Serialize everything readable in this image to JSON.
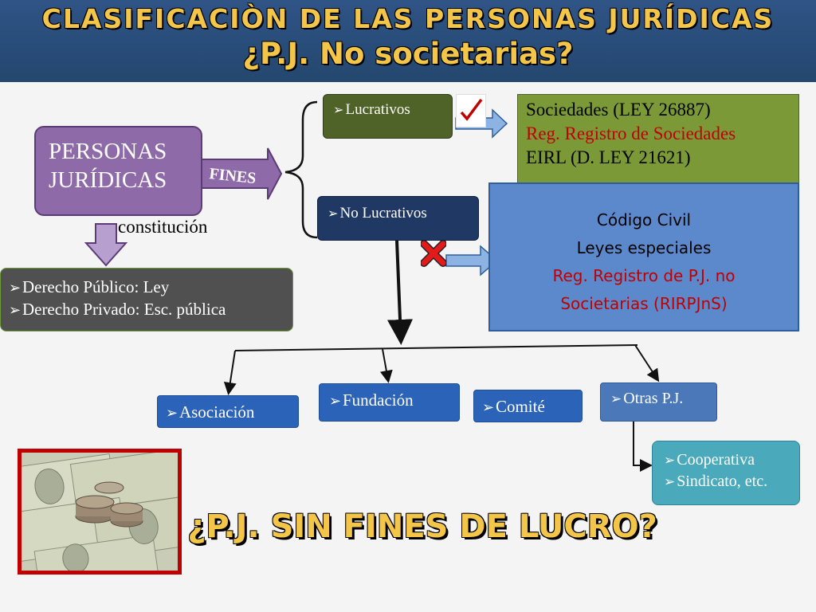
{
  "header": {
    "title": "CLASIFICACIÒN  DE LAS PERSONAS JURÍDICAS",
    "subtitle": "¿P.J. No societarias?"
  },
  "colors": {
    "header_bg": "#2f5486",
    "title_text": "#f3c64a",
    "accent_red": "#c00000"
  },
  "diagram": {
    "personas_juridicas": [
      "PERSONAS",
      "JURÍDICAS"
    ],
    "fines_label": "FINES",
    "constitucion_label": "constitución",
    "lucrativos": "Lucrativos",
    "no_lucrativos": "No Lucrativos",
    "sociedades": {
      "line1": "Sociedades (LEY 26887)",
      "line2": "Reg. Registro de Sociedades",
      "line3": "EIRL (D. LEY 21621)"
    },
    "codigo_civil": {
      "line1": "Código Civil",
      "line2": "Leyes especiales",
      "line3": "Reg. Registro de P.J. no",
      "line4": "Societarias (RIRPJnS)"
    },
    "derecho": {
      "item1": "Derecho Público: Ley",
      "item2": "Derecho Privado: Esc. pública"
    },
    "asociacion": "Asociación",
    "fundacion": "Fundación",
    "comite": "Comité",
    "otras_pj": "Otras P.J.",
    "otras_sub": {
      "item1": "Cooperativa",
      "item2": "Sindicato, etc."
    },
    "check_icon": "check-mark-icon",
    "cross_icon": "red-x-icon"
  },
  "bottom_question": "¿P.J. SIN FINES DE LUCRO?"
}
